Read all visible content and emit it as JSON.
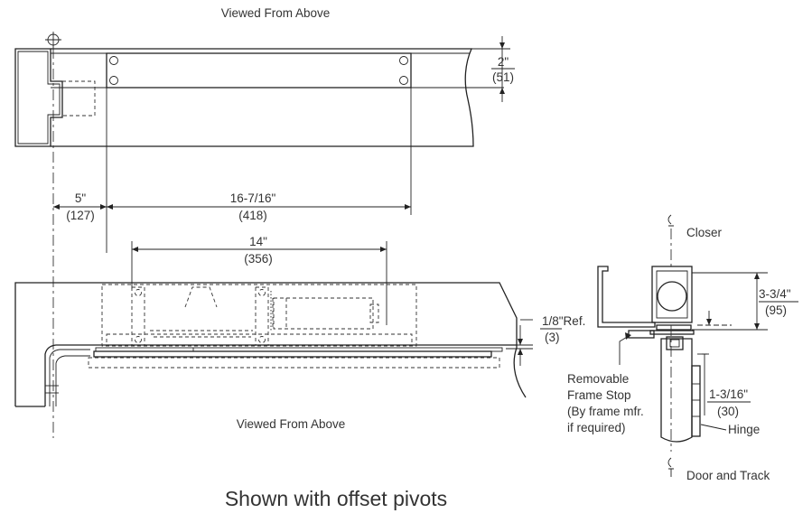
{
  "labels": {
    "top_view": "Viewed From Above",
    "bottom_view": "Viewed From Above",
    "caption": "Shown with offset pivots",
    "closer": "Closer",
    "door_track": "Door and Track",
    "hinge": "Hinge",
    "frame_stop_1": "Removable",
    "frame_stop_2": "Frame Stop",
    "frame_stop_3": "(By frame mfr.",
    "frame_stop_4": "if required)"
  },
  "dimensions": {
    "track_height_in": "2\"",
    "track_height_mm": "(51)",
    "offset_in": "5\"",
    "offset_mm": "(127)",
    "track_length_in": "16-7/16\"",
    "track_length_mm": "(418)",
    "body_length_in": "14\"",
    "body_length_mm": "(356)",
    "ref_in": "1/8\"Ref.",
    "ref_mm": "(3)",
    "closer_height_in": "3-3/4\"",
    "closer_height_mm": "(95)",
    "hinge_offset_in": "1-3/16\"",
    "hinge_offset_mm": "(30)"
  }
}
